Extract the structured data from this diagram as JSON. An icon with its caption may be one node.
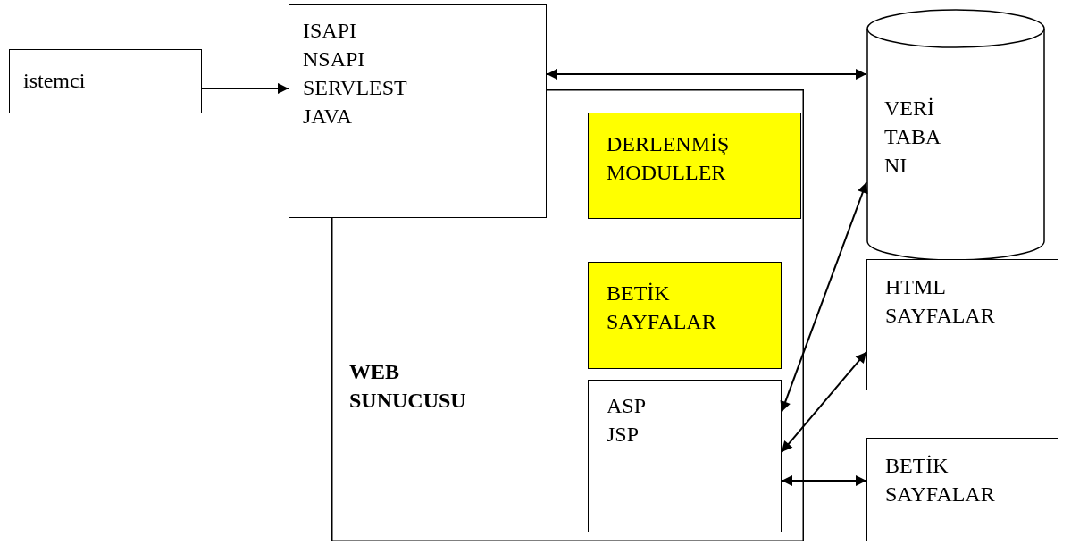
{
  "diagram": {
    "nodes": [
      {
        "text": [
          "istemci"
        ]
      },
      {
        "text": [
          "ISAPI NSAPI SERVLEST JAVA"
        ]
      },
      {
        "text": [
          "WEB SUNUCUSU"
        ]
      },
      {
        "text": [
          "DERLENMİŞ MODULLER"
        ],
        "in": 2
      },
      {
        "text": [
          "BETİK SAYFALAR"
        ],
        "in": 2
      },
      {
        "text": [
          "ASP JSP"
        ],
        "in": 2
      },
      {
        "text": [
          "VERİ TABA NI"
        ]
      },
      {
        "text": [
          "HTML SAYFALAR"
        ]
      },
      {
        "text": [
          "BETİK SAYFALAR"
        ]
      }
    ],
    "edges": [
      {
        "from": 0,
        "to": 1,
        "arrow": "to"
      },
      {
        "from": 1,
        "to": 6,
        "arrow": "both"
      },
      {
        "from": 6,
        "to": 5,
        "arrow": "both"
      },
      {
        "from": 7,
        "to": 5,
        "arrow": "both"
      },
      {
        "from": 8,
        "to": 5,
        "arrow": "both"
      }
    ]
  }
}
